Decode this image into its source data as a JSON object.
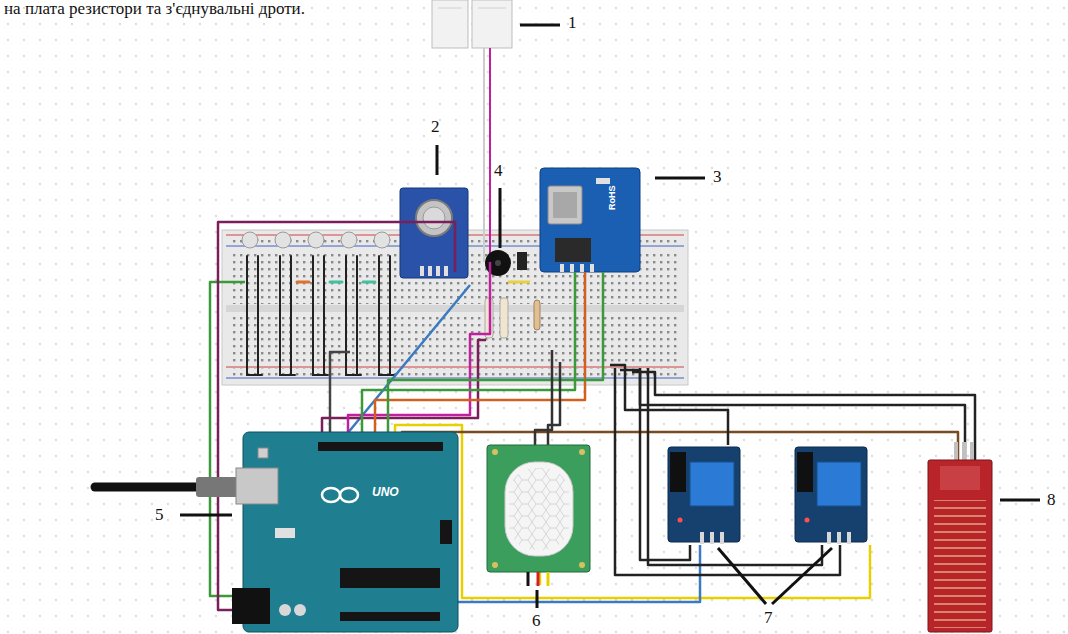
{
  "diagram": {
    "labels": [
      "на плата резистори та з'єднувальні дроти.",
      "1",
      "2",
      "3",
      "4",
      "5",
      "6",
      "7",
      "8",
      "UNO",
      "RoHS"
    ]
  }
}
